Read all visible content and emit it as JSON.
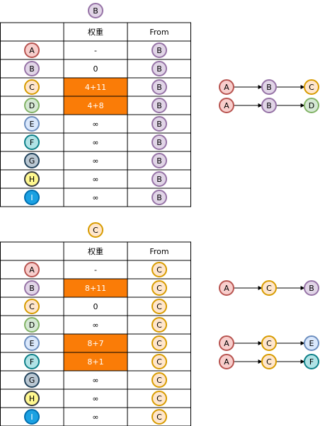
{
  "colors": {
    "A": {
      "fill": "#f8cecc",
      "stroke": "#b85450"
    },
    "B": {
      "fill": "#e1d5e7",
      "stroke": "#9673a6"
    },
    "C": {
      "fill": "#ffe6cc",
      "stroke": "#d79b00"
    },
    "D": {
      "fill": "#d5e8d4",
      "stroke": "#82b366"
    },
    "E": {
      "fill": "#dae8fc",
      "stroke": "#6c8ebf"
    },
    "F": {
      "fill": "#b0e3e6",
      "stroke": "#0e8088"
    },
    "G": {
      "fill": "#bac8d3",
      "stroke": "#23445d"
    },
    "H": {
      "fill": "#fff88f",
      "stroke": "#36393d"
    },
    "I": {
      "fill": "#1ba1e2",
      "stroke": "#006eaf",
      "text": "#ffffff"
    },
    "highlight": "#fa7c07"
  },
  "tables": [
    {
      "header_node": "B",
      "col_header_weight": "权重",
      "col_header_from": "From",
      "rows": [
        {
          "node": "A",
          "weight": "-",
          "from": "B",
          "highlight": false
        },
        {
          "node": "B",
          "weight": "0",
          "from": "B",
          "highlight": false
        },
        {
          "node": "C",
          "weight": "4+11",
          "from": "B",
          "highlight": true
        },
        {
          "node": "D",
          "weight": "4+8",
          "from": "B",
          "highlight": true
        },
        {
          "node": "E",
          "weight": "∞",
          "from": "B",
          "highlight": false
        },
        {
          "node": "F",
          "weight": "∞",
          "from": "B",
          "highlight": false
        },
        {
          "node": "G",
          "weight": "∞",
          "from": "B",
          "highlight": false
        },
        {
          "node": "H",
          "weight": "∞",
          "from": "B",
          "highlight": false
        },
        {
          "node": "I",
          "weight": "∞",
          "from": "B",
          "highlight": false
        }
      ],
      "paths": [
        {
          "nodes": [
            "A",
            "B",
            "C"
          ],
          "row": 2
        },
        {
          "nodes": [
            "A",
            "B",
            "D"
          ],
          "row": 3
        }
      ]
    },
    {
      "header_node": "C",
      "col_header_weight": "权重",
      "col_header_from": "From",
      "rows": [
        {
          "node": "A",
          "weight": "-",
          "from": "C",
          "highlight": false
        },
        {
          "node": "B",
          "weight": "8+11",
          "from": "C",
          "highlight": true
        },
        {
          "node": "C",
          "weight": "0",
          "from": "C",
          "highlight": false
        },
        {
          "node": "D",
          "weight": "∞",
          "from": "C",
          "highlight": false
        },
        {
          "node": "E",
          "weight": "8+7",
          "from": "C",
          "highlight": true
        },
        {
          "node": "F",
          "weight": "8+1",
          "from": "C",
          "highlight": true
        },
        {
          "node": "G",
          "weight": "∞",
          "from": "C",
          "highlight": false
        },
        {
          "node": "H",
          "weight": "∞",
          "from": "C",
          "highlight": false
        },
        {
          "node": "I",
          "weight": "∞",
          "from": "C",
          "highlight": false
        }
      ],
      "paths": [
        {
          "nodes": [
            "A",
            "C",
            "B"
          ],
          "row": 1
        },
        {
          "nodes": [
            "A",
            "C",
            "E"
          ],
          "row": 4
        },
        {
          "nodes": [
            "A",
            "C",
            "F"
          ],
          "row": 5
        }
      ]
    }
  ]
}
